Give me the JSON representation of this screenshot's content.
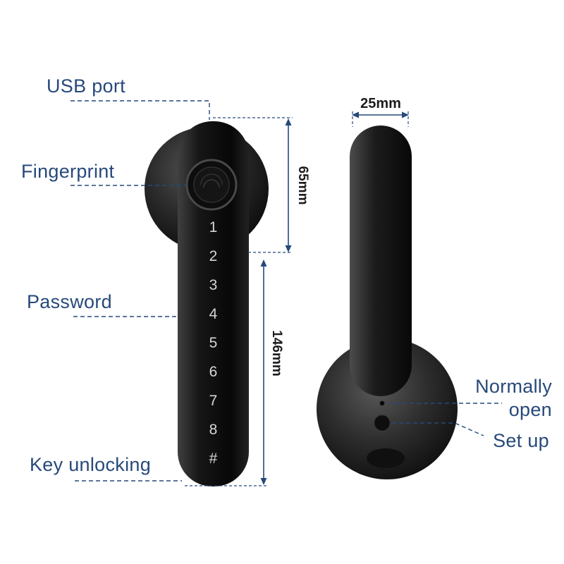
{
  "annotations": {
    "usb_port": "USB port",
    "fingerprint": "Fingerprint",
    "password": "Password",
    "key_unlocking": "Key unlocking",
    "normally_open_line1": "Normally",
    "normally_open_line2": "open",
    "set_up": "Set up"
  },
  "dimensions": {
    "handle_width": "25mm",
    "upper_section_height": "65mm",
    "total_height": "146mm"
  },
  "keypad": {
    "keys": [
      "1",
      "2",
      "3",
      "4",
      "5",
      "6",
      "7",
      "8",
      "#"
    ]
  },
  "icons": {
    "fingerprint_sensor": "fingerprint-sensor-icon",
    "setup_button": "setup-button-icon",
    "normally_open_indicator": "indicator-dot-icon"
  },
  "colors": {
    "label_blue": "#27497a",
    "lock_black": "#0b0b0b",
    "keypad_text": "#d6d6d6",
    "background": "#ffffff"
  }
}
